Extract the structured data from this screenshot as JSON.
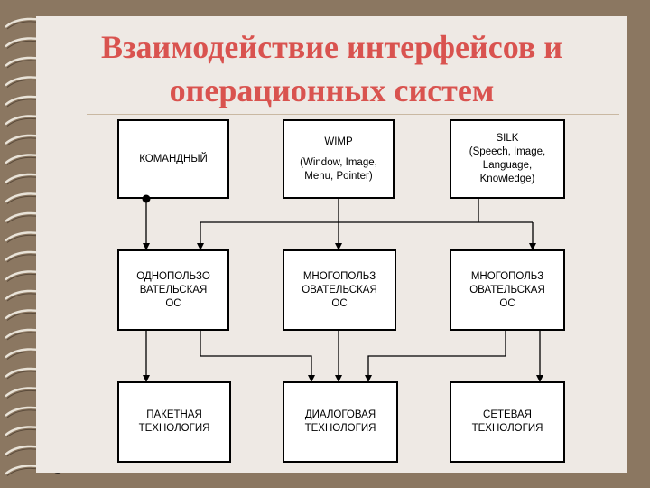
{
  "title": {
    "line1": "Взаимодействие интерфейсов и",
    "line2": "операционных систем"
  },
  "colors": {
    "background": "#8b7761",
    "paper": "#eee9e4",
    "title": "#d9534f"
  },
  "boxes": {
    "command": "КОМАНДНЫЙ",
    "wimp": {
      "line1": "WIMP",
      "line2": "(Window, Image,\nMenu, Pointer)"
    },
    "silk": "SILK\n(Speech, Image,\nLanguage,\nKnowledge)",
    "single_user_os": "ОДНОПОЛЬЗО\nВАТЕЛЬСКАЯ\nОС",
    "multi_user_os_1": "МНОГОПОЛЬЗ\nОВАТЕЛЬСКАЯ\nОС",
    "multi_user_os_2": "МНОГОПОЛЬЗ\nОВАТЕЛЬСКАЯ\nОС",
    "batch_tech": "ПАКЕТНАЯ\nТЕХНОЛОГИЯ",
    "dialog_tech": "ДИАЛОГОВАЯ\nТЕХНОЛОГИЯ",
    "network_tech": "СЕТЕВАЯ\nТЕХНОЛОГИЯ"
  }
}
